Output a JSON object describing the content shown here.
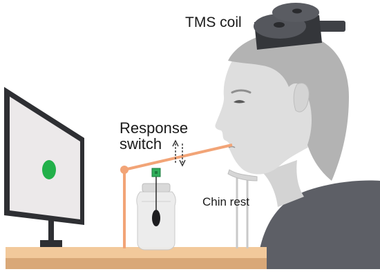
{
  "labels": {
    "tms_coil": "TMS coil",
    "response_line1": "Response",
    "response_line2": "switch",
    "chin_rest": "Chin rest"
  },
  "colors": {
    "orange": "#f2a477",
    "switch_green": "#2fae5a",
    "target_green": "#22b04a",
    "monitor": "#2e2f33",
    "desk": "#f2c99b",
    "coil": "#4a4c52",
    "skin": "#dedede",
    "hair": "#b3b3b3",
    "shirt": "#5d5f66"
  },
  "icons": [
    "monitor-icon",
    "target-dot-icon",
    "jar-icon",
    "switch-icon",
    "coil-icon",
    "person-icon",
    "chin-rest-icon",
    "double-arrow-icon"
  ]
}
